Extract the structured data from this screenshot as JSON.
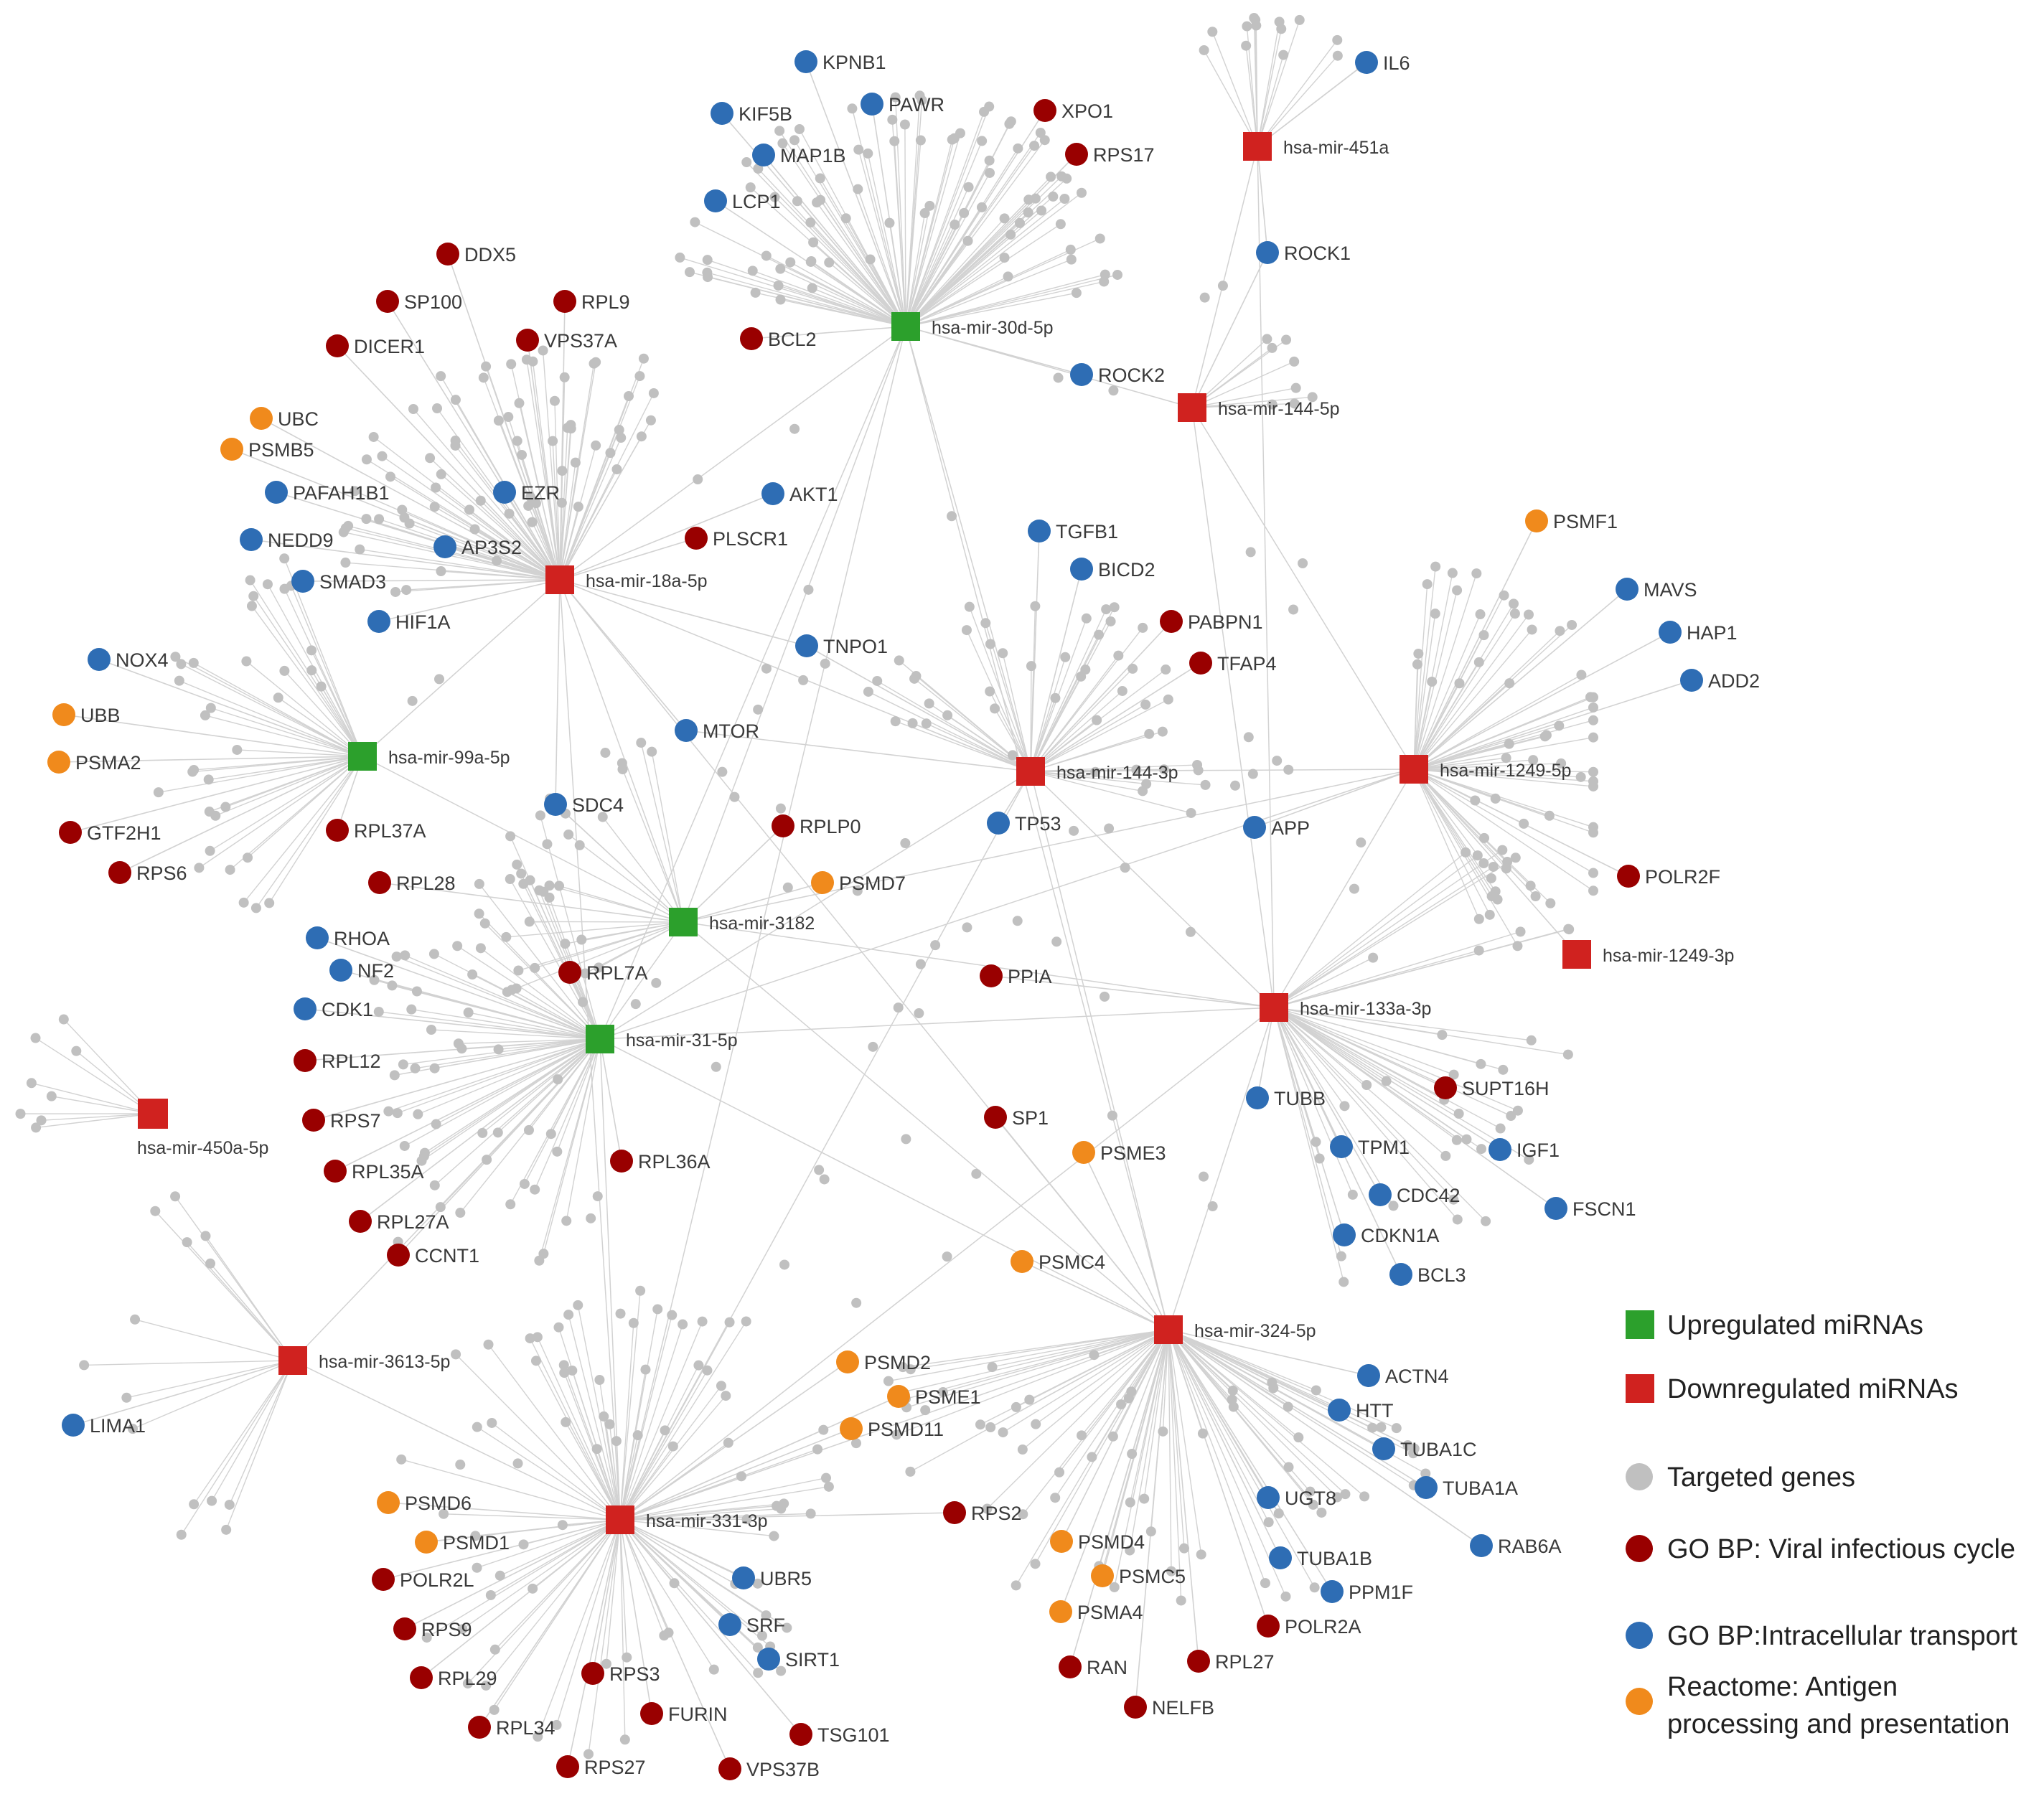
{
  "colors": {
    "upregulated": "#2ca02c",
    "downregulated": "#d0221f",
    "targeted": "#c0c0c0",
    "viral": "#990000",
    "transport": "#2e6db4",
    "antigen": "#f08a1c",
    "edge": "#d2d2d2"
  },
  "legend": [
    {
      "shape": "square",
      "category": "upregulated",
      "label": "Upregulated miRNAs"
    },
    {
      "shape": "square",
      "category": "downregulated",
      "label": "Downregulated miRNAs"
    },
    {
      "shape": "circle",
      "category": "targeted",
      "label": "Targeted genes"
    },
    {
      "shape": "circle",
      "category": "viral",
      "label": "GO BP: Viral infectious cycle"
    },
    {
      "shape": "circle",
      "category": "transport",
      "label": "GO BP:Intracellular transport"
    },
    {
      "shape": "circle",
      "category": "antigen",
      "label": "Reactome: Antigen",
      "label2": "processing and presentation"
    }
  ],
  "mirnas": [
    {
      "id": "hsa-mir-30d-5p",
      "label": "hsa-mir-30d-5p",
      "category": "upregulated"
    },
    {
      "id": "hsa-mir-451a",
      "label": "hsa-mir-451a",
      "category": "downregulated"
    },
    {
      "id": "hsa-mir-144-5p",
      "label": "hsa-mir-144-5p",
      "category": "downregulated"
    },
    {
      "id": "hsa-mir-18a-5p",
      "label": "hsa-mir-18a-5p",
      "category": "downregulated"
    },
    {
      "id": "hsa-mir-99a-5p",
      "label": "hsa-mir-99a-5p",
      "category": "upregulated"
    },
    {
      "id": "hsa-mir-144-3p",
      "label": "hsa-mir-144-3p",
      "category": "downregulated"
    },
    {
      "id": "hsa-mir-1249-5p",
      "label": "hsa-mir-1249-5p",
      "category": "downregulated"
    },
    {
      "id": "hsa-mir-1249-3p",
      "label": "hsa-mir-1249-3p",
      "category": "downregulated"
    },
    {
      "id": "hsa-mir-3182",
      "label": "hsa-mir-3182",
      "category": "upregulated"
    },
    {
      "id": "hsa-mir-133a-3p",
      "label": "hsa-mir-133a-3p",
      "category": "downregulated"
    },
    {
      "id": "hsa-mir-31-5p",
      "label": "hsa-mir-31-5p",
      "category": "upregulated"
    },
    {
      "id": "hsa-mir-450a-5p",
      "label": "hsa-mir-450a-5p",
      "category": "downregulated"
    },
    {
      "id": "hsa-mir-3613-5p",
      "label": "hsa-mir-3613-5p",
      "category": "downregulated"
    },
    {
      "id": "hsa-mir-324-5p",
      "label": "hsa-mir-324-5p",
      "category": "downregulated"
    },
    {
      "id": "hsa-mir-331-3p",
      "label": "hsa-mir-331-3p",
      "category": "downregulated"
    }
  ],
  "genes": [
    {
      "label": "KPNB1",
      "category": "transport",
      "links": [
        "hsa-mir-30d-5p"
      ]
    },
    {
      "label": "KIF5B",
      "category": "transport",
      "links": [
        "hsa-mir-30d-5p"
      ]
    },
    {
      "label": "PAWR",
      "category": "transport",
      "links": [
        "hsa-mir-30d-5p"
      ]
    },
    {
      "label": "XPO1",
      "category": "viral",
      "links": [
        "hsa-mir-30d-5p"
      ]
    },
    {
      "label": "MAP1B",
      "category": "transport",
      "links": [
        "hsa-mir-30d-5p"
      ]
    },
    {
      "label": "RPS17",
      "category": "viral",
      "links": [
        "hsa-mir-30d-5p"
      ]
    },
    {
      "label": "LCP1",
      "category": "transport",
      "links": [
        "hsa-mir-30d-5p"
      ]
    },
    {
      "label": "IL6",
      "category": "transport",
      "links": [
        "hsa-mir-451a"
      ]
    },
    {
      "label": "ROCK1",
      "category": "transport",
      "links": [
        "hsa-mir-144-5p",
        "hsa-mir-451a"
      ]
    },
    {
      "label": "DDX5",
      "category": "viral",
      "links": [
        "hsa-mir-18a-5p"
      ]
    },
    {
      "label": "SP100",
      "category": "viral",
      "links": [
        "hsa-mir-18a-5p"
      ]
    },
    {
      "label": "RPL9",
      "category": "viral",
      "links": [
        "hsa-mir-18a-5p"
      ]
    },
    {
      "label": "DICER1",
      "category": "viral",
      "links": [
        "hsa-mir-18a-5p"
      ]
    },
    {
      "label": "VPS37A",
      "category": "viral",
      "links": [
        "hsa-mir-18a-5p"
      ]
    },
    {
      "label": "BCL2",
      "category": "viral",
      "links": [
        "hsa-mir-30d-5p"
      ]
    },
    {
      "label": "ROCK2",
      "category": "transport",
      "links": [
        "hsa-mir-30d-5p"
      ]
    },
    {
      "label": "UBC",
      "category": "antigen",
      "links": [
        "hsa-mir-18a-5p"
      ]
    },
    {
      "label": "PSMB5",
      "category": "antigen",
      "links": [
        "hsa-mir-18a-5p"
      ]
    },
    {
      "label": "PAFAH1B1",
      "category": "transport",
      "links": [
        "hsa-mir-18a-5p"
      ]
    },
    {
      "label": "EZR",
      "category": "transport",
      "links": [
        "hsa-mir-18a-5p"
      ]
    },
    {
      "label": "AKT1",
      "category": "transport",
      "links": [
        "hsa-mir-18a-5p"
      ]
    },
    {
      "label": "NEDD9",
      "category": "transport",
      "links": [
        "hsa-mir-18a-5p"
      ]
    },
    {
      "label": "AP3S2",
      "category": "transport",
      "links": [
        "hsa-mir-18a-5p"
      ]
    },
    {
      "label": "PLSCR1",
      "category": "viral",
      "links": [
        "hsa-mir-18a-5p"
      ]
    },
    {
      "label": "SMAD3",
      "category": "transport",
      "links": [
        "hsa-mir-18a-5p"
      ]
    },
    {
      "label": "HIF1A",
      "category": "transport",
      "links": [
        "hsa-mir-18a-5p"
      ]
    },
    {
      "label": "TGFB1",
      "category": "transport",
      "links": [
        "hsa-mir-144-3p"
      ]
    },
    {
      "label": "BICD2",
      "category": "transport",
      "links": [
        "hsa-mir-144-3p"
      ]
    },
    {
      "label": "PSMF1",
      "category": "antigen",
      "links": [
        "hsa-mir-1249-5p"
      ]
    },
    {
      "label": "MAVS",
      "category": "transport",
      "links": [
        "hsa-mir-1249-5p"
      ]
    },
    {
      "label": "HAP1",
      "category": "transport",
      "links": [
        "hsa-mir-1249-5p"
      ]
    },
    {
      "label": "ADD2",
      "category": "transport",
      "links": [
        "hsa-mir-1249-5p"
      ]
    },
    {
      "label": "PABPN1",
      "category": "viral",
      "links": [
        "hsa-mir-144-3p"
      ]
    },
    {
      "label": "TFAP4",
      "category": "viral",
      "links": [
        "hsa-mir-144-3p"
      ]
    },
    {
      "label": "TNPO1",
      "category": "transport",
      "links": [
        "hsa-mir-18a-5p",
        "hsa-mir-144-3p"
      ]
    },
    {
      "label": "NOX4",
      "category": "transport",
      "links": [
        "hsa-mir-99a-5p"
      ]
    },
    {
      "label": "UBB",
      "category": "antigen",
      "links": [
        "hsa-mir-99a-5p"
      ]
    },
    {
      "label": "PSMA2",
      "category": "antigen",
      "links": [
        "hsa-mir-99a-5p"
      ]
    },
    {
      "label": "MTOR",
      "category": "transport",
      "links": [
        "hsa-mir-18a-5p",
        "hsa-mir-144-3p"
      ]
    },
    {
      "label": "SDC4",
      "category": "transport",
      "links": [
        "hsa-mir-18a-5p"
      ]
    },
    {
      "label": "GTF2H1",
      "category": "viral",
      "links": [
        "hsa-mir-99a-5p"
      ]
    },
    {
      "label": "RPL37A",
      "category": "viral",
      "links": [
        "hsa-mir-99a-5p"
      ]
    },
    {
      "label": "RPLP0",
      "category": "viral",
      "links": [
        "hsa-mir-3182"
      ]
    },
    {
      "label": "TP53",
      "category": "transport",
      "links": [
        "hsa-mir-144-3p"
      ]
    },
    {
      "label": "APP",
      "category": "transport",
      "links": [
        "hsa-mir-1249-5p"
      ]
    },
    {
      "label": "RPS6",
      "category": "viral",
      "links": [
        "hsa-mir-99a-5p"
      ]
    },
    {
      "label": "RPL28",
      "category": "viral",
      "links": [
        "hsa-mir-3182"
      ]
    },
    {
      "label": "PSMD7",
      "category": "antigen",
      "links": [
        "hsa-mir-3182"
      ]
    },
    {
      "label": "POLR2F",
      "category": "viral",
      "links": [
        "hsa-mir-1249-5p"
      ]
    },
    {
      "label": "RHOA",
      "category": "transport",
      "links": [
        "hsa-mir-31-5p"
      ]
    },
    {
      "label": "NF2",
      "category": "transport",
      "links": [
        "hsa-mir-31-5p"
      ]
    },
    {
      "label": "RPL7A",
      "category": "viral",
      "links": [
        "hsa-mir-31-5p"
      ]
    },
    {
      "label": "PPIA",
      "category": "viral",
      "links": [
        "hsa-mir-133a-3p"
      ]
    },
    {
      "label": "CDK1",
      "category": "transport",
      "links": [
        "hsa-mir-31-5p"
      ]
    },
    {
      "label": "RPL12",
      "category": "viral",
      "links": [
        "hsa-mir-31-5p"
      ]
    },
    {
      "label": "TUBB",
      "category": "transport",
      "links": [
        "hsa-mir-133a-3p"
      ]
    },
    {
      "label": "SUPT16H",
      "category": "viral",
      "links": [
        "hsa-mir-133a-3p"
      ]
    },
    {
      "label": "RPS7",
      "category": "viral",
      "links": [
        "hsa-mir-31-5p"
      ]
    },
    {
      "label": "SP1",
      "category": "viral",
      "links": [
        "hsa-mir-324-5p"
      ]
    },
    {
      "label": "TPM1",
      "category": "transport",
      "links": [
        "hsa-mir-133a-3p"
      ]
    },
    {
      "label": "IGF1",
      "category": "transport",
      "links": [
        "hsa-mir-133a-3p"
      ]
    },
    {
      "label": "PSME3",
      "category": "antigen",
      "links": [
        "hsa-mir-324-5p"
      ]
    },
    {
      "label": "RPL35A",
      "category": "viral",
      "links": [
        "hsa-mir-31-5p"
      ]
    },
    {
      "label": "RPL36A",
      "category": "viral",
      "links": [
        "hsa-mir-31-5p"
      ]
    },
    {
      "label": "CDC42",
      "category": "transport",
      "links": [
        "hsa-mir-133a-3p"
      ]
    },
    {
      "label": "FSCN1",
      "category": "transport",
      "links": [
        "hsa-mir-133a-3p"
      ]
    },
    {
      "label": "RPL27A",
      "category": "viral",
      "links": [
        "hsa-mir-31-5p"
      ]
    },
    {
      "label": "CDKN1A",
      "category": "transport",
      "links": [
        "hsa-mir-133a-3p"
      ]
    },
    {
      "label": "CCNT1",
      "category": "viral",
      "links": [
        "hsa-mir-31-5p"
      ]
    },
    {
      "label": "PSMC4",
      "category": "antigen",
      "links": [
        "hsa-mir-324-5p"
      ]
    },
    {
      "label": "BCL3",
      "category": "transport",
      "links": [
        "hsa-mir-133a-3p"
      ]
    },
    {
      "label": "PSMD2",
      "category": "antigen",
      "links": [
        "hsa-mir-331-3p"
      ]
    },
    {
      "label": "ACTN4",
      "category": "transport",
      "links": [
        "hsa-mir-324-5p"
      ]
    },
    {
      "label": "PSME1",
      "category": "antigen",
      "links": [
        "hsa-mir-331-3p"
      ]
    },
    {
      "label": "HTT",
      "category": "transport",
      "links": [
        "hsa-mir-324-5p"
      ]
    },
    {
      "label": "LIMA1",
      "category": "transport",
      "links": [
        "hsa-mir-3613-5p"
      ]
    },
    {
      "label": "PSMD11",
      "category": "antigen",
      "links": [
        "hsa-mir-331-3p"
      ]
    },
    {
      "label": "TUBA1C",
      "category": "transport",
      "links": [
        "hsa-mir-324-5p"
      ]
    },
    {
      "label": "TUBA1A",
      "category": "transport",
      "links": [
        "hsa-mir-324-5p"
      ]
    },
    {
      "label": "PSMD6",
      "category": "antigen",
      "links": [
        "hsa-mir-331-3p"
      ]
    },
    {
      "label": "UGT8",
      "category": "transport",
      "links": [
        "hsa-mir-324-5p"
      ]
    },
    {
      "label": "RPS2",
      "category": "viral",
      "links": [
        "hsa-mir-331-3p"
      ]
    },
    {
      "label": "PSMD1",
      "category": "antigen",
      "links": [
        "hsa-mir-331-3p"
      ]
    },
    {
      "label": "PSMD4",
      "category": "antigen",
      "links": [
        "hsa-mir-324-5p"
      ]
    },
    {
      "label": "RAB6A",
      "category": "transport",
      "links": [
        "hsa-mir-324-5p"
      ]
    },
    {
      "label": "TUBA1B",
      "category": "transport",
      "links": [
        "hsa-mir-324-5p"
      ]
    },
    {
      "label": "POLR2L",
      "category": "viral",
      "links": [
        "hsa-mir-331-3p"
      ]
    },
    {
      "label": "UBR5",
      "category": "transport",
      "links": [
        "hsa-mir-331-3p"
      ]
    },
    {
      "label": "PSMC5",
      "category": "antigen",
      "links": [
        "hsa-mir-324-5p"
      ]
    },
    {
      "label": "PPM1F",
      "category": "transport",
      "links": [
        "hsa-mir-324-5p"
      ]
    },
    {
      "label": "SRF",
      "category": "transport",
      "links": [
        "hsa-mir-331-3p"
      ]
    },
    {
      "label": "PSMA4",
      "category": "antigen",
      "links": [
        "hsa-mir-324-5p"
      ]
    },
    {
      "label": "POLR2A",
      "category": "viral",
      "links": [
        "hsa-mir-324-5p"
      ]
    },
    {
      "label": "RPS9",
      "category": "viral",
      "links": [
        "hsa-mir-331-3p"
      ]
    },
    {
      "label": "SIRT1",
      "category": "transport",
      "links": [
        "hsa-mir-331-3p"
      ]
    },
    {
      "label": "RAN",
      "category": "viral",
      "links": [
        "hsa-mir-324-5p"
      ]
    },
    {
      "label": "RPL27",
      "category": "viral",
      "links": [
        "hsa-mir-324-5p"
      ]
    },
    {
      "label": "RPL29",
      "category": "viral",
      "links": [
        "hsa-mir-331-3p"
      ]
    },
    {
      "label": "RPS3",
      "category": "viral",
      "links": [
        "hsa-mir-331-3p"
      ]
    },
    {
      "label": "NELFB",
      "category": "viral",
      "links": [
        "hsa-mir-324-5p"
      ]
    },
    {
      "label": "FURIN",
      "category": "viral",
      "links": [
        "hsa-mir-331-3p"
      ]
    },
    {
      "label": "RPL34",
      "category": "viral",
      "links": [
        "hsa-mir-331-3p"
      ]
    },
    {
      "label": "TSG101",
      "category": "viral",
      "links": [
        "hsa-mir-331-3p"
      ]
    },
    {
      "label": "RPS27",
      "category": "viral",
      "links": [
        "hsa-mir-331-3p"
      ]
    },
    {
      "label": "VPS37B",
      "category": "viral",
      "links": [
        "hsa-mir-331-3p"
      ]
    }
  ],
  "cross_links": [
    [
      "hsa-mir-30d-5p",
      "hsa-mir-144-5p"
    ],
    [
      "hsa-mir-30d-5p",
      "hsa-mir-18a-5p"
    ],
    [
      "hsa-mir-30d-5p",
      "hsa-mir-331-3p"
    ],
    [
      "hsa-mir-30d-5p",
      "hsa-mir-31-5p"
    ],
    [
      "hsa-mir-30d-5p",
      "hsa-mir-3182"
    ],
    [
      "hsa-mir-30d-5p",
      "hsa-mir-324-5p"
    ],
    [
      "hsa-mir-30d-5p",
      "hsa-mir-144-3p"
    ],
    [
      "hsa-mir-144-5p",
      "hsa-mir-133a-3p"
    ],
    [
      "hsa-mir-144-5p",
      "hsa-mir-1249-5p"
    ],
    [
      "hsa-mir-18a-5p",
      "hsa-mir-331-3p"
    ],
    [
      "hsa-mir-18a-5p",
      "hsa-mir-324-5p"
    ],
    [
      "hsa-mir-18a-5p",
      "hsa-mir-3182"
    ],
    [
      "hsa-mir-18a-5p",
      "hsa-mir-144-3p"
    ],
    [
      "hsa-mir-18a-5p",
      "hsa-mir-99a-5p"
    ],
    [
      "hsa-mir-99a-5p",
      "hsa-mir-3182"
    ],
    [
      "hsa-mir-144-3p",
      "hsa-mir-1249-5p"
    ],
    [
      "hsa-mir-144-3p",
      "hsa-mir-133a-3p"
    ],
    [
      "hsa-mir-144-3p",
      "hsa-mir-31-5p"
    ],
    [
      "hsa-mir-144-3p",
      "hsa-mir-324-5p"
    ],
    [
      "hsa-mir-144-3p",
      "hsa-mir-331-3p"
    ],
    [
      "hsa-mir-1249-5p",
      "hsa-mir-133a-3p"
    ],
    [
      "hsa-mir-1249-5p",
      "hsa-mir-31-5p"
    ],
    [
      "hsa-mir-1249-5p",
      "hsa-mir-1249-3p"
    ],
    [
      "hsa-mir-1249-5p",
      "hsa-mir-3182"
    ],
    [
      "hsa-mir-3182",
      "hsa-mir-31-5p"
    ],
    [
      "hsa-mir-3182",
      "hsa-mir-324-5p"
    ],
    [
      "hsa-mir-3182",
      "hsa-mir-133a-3p"
    ],
    [
      "hsa-mir-31-5p",
      "hsa-mir-331-3p"
    ],
    [
      "hsa-mir-31-5p",
      "hsa-mir-324-5p"
    ],
    [
      "hsa-mir-31-5p",
      "hsa-mir-133a-3p"
    ],
    [
      "hsa-mir-31-5p",
      "hsa-mir-3613-5p"
    ],
    [
      "hsa-mir-133a-3p",
      "hsa-mir-324-5p"
    ],
    [
      "hsa-mir-133a-3p",
      "hsa-mir-331-3p"
    ],
    [
      "hsa-mir-324-5p",
      "hsa-mir-331-3p"
    ],
    [
      "hsa-mir-3613-5p",
      "hsa-mir-331-3p"
    ],
    [
      "hsa-mir-451a",
      "hsa-mir-144-5p"
    ],
    [
      "hsa-mir-451a",
      "hsa-mir-133a-3p"
    ]
  ],
  "unlabeled_target_counts": {
    "hsa-mir-30d-5p": 90,
    "hsa-mir-451a": 14,
    "hsa-mir-144-5p": 8,
    "hsa-mir-18a-5p": 72,
    "hsa-mir-99a-5p": 34,
    "hsa-mir-144-3p": 46,
    "hsa-mir-1249-5p": 58,
    "hsa-mir-1249-3p": 0,
    "hsa-mir-3182": 18,
    "hsa-mir-133a-3p": 38,
    "hsa-mir-31-5p": 58,
    "hsa-mir-450a-5p": 8,
    "hsa-mir-3613-5p": 14,
    "hsa-mir-324-5p": 72,
    "hsa-mir-331-3p": 82
  }
}
